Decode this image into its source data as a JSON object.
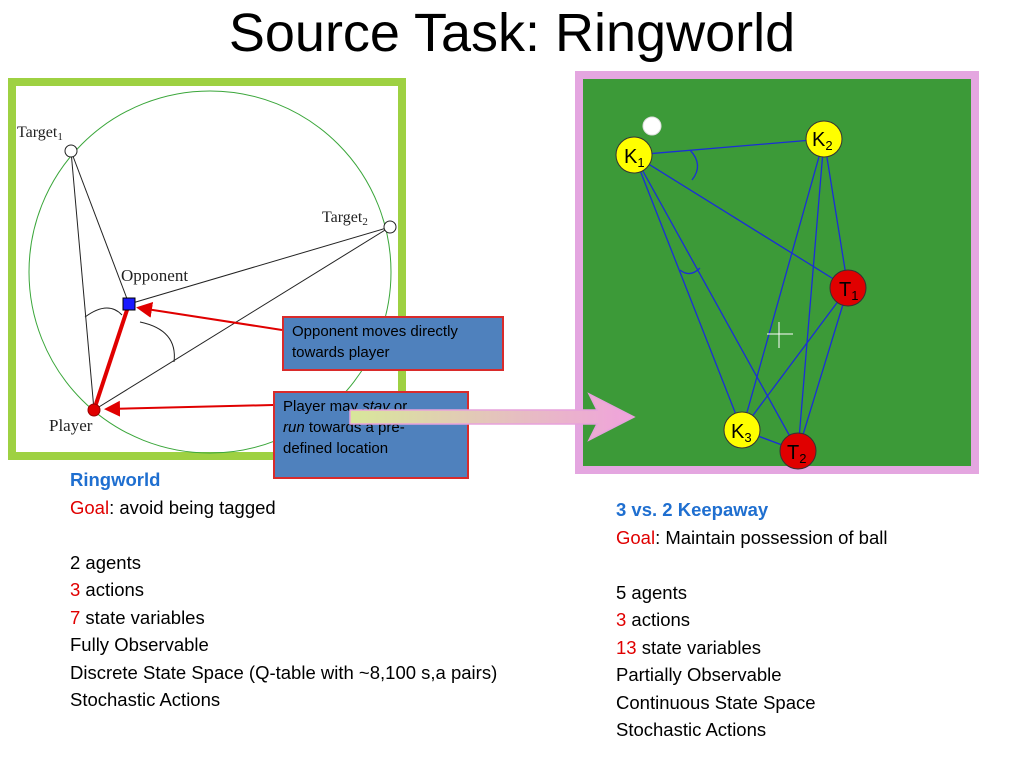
{
  "title": "Source Task: Ringworld",
  "ringworld_diagram": {
    "target1_label": "Target",
    "target1_sub": "1",
    "target2_label": "Target",
    "target2_sub": "2",
    "opponent_label": "Opponent",
    "player_label": "Player"
  },
  "callouts": {
    "opponent_text": "Opponent moves directly towards player",
    "player_line1_a": "Player may ",
    "player_line1_em": "stay",
    "player_line1_b": " or",
    "player_line2_em": "run",
    "player_line2_b": " towards a pre-",
    "player_line3": "defined location"
  },
  "keepaway_diagram": {
    "k1": "K",
    "k1_sub": "1",
    "k2": "K",
    "k2_sub": "2",
    "k3": "K",
    "k3_sub": "3",
    "t1": "T",
    "t1_sub": "1",
    "t2": "T",
    "t2_sub": "2"
  },
  "ringworld": {
    "heading": "Ringworld",
    "goal_label": "Goal",
    "goal_text": ": avoid being tagged",
    "agents": "2 agents",
    "actions_num": "3",
    "actions_text": " actions",
    "state_num": "7",
    "state_text": " state variables",
    "observability": "Fully Observable",
    "state_space": "Discrete State Space (Q-table with ~8,100 s,a pairs)",
    "stochastic": "Stochastic Actions"
  },
  "keepaway": {
    "heading": "3 vs. 2 Keepaway",
    "goal_label": "Goal",
    "goal_text": ": Maintain possession of ball",
    "agents": "5 agents",
    "actions_num": "3",
    "actions_text": " actions",
    "state_num": "13",
    "state_text": " state variables",
    "observability": "Partially Observable",
    "state_space": "Continuous State Space",
    "stochastic": "Stochastic Actions"
  },
  "colors": {
    "left_border": "#9ed142",
    "right_border": "#e4a6e0",
    "field": "#3c9a38",
    "callout_fill": "#4f81bd",
    "heading_blue": "#1f6fd0",
    "accent_red": "#e00000"
  }
}
